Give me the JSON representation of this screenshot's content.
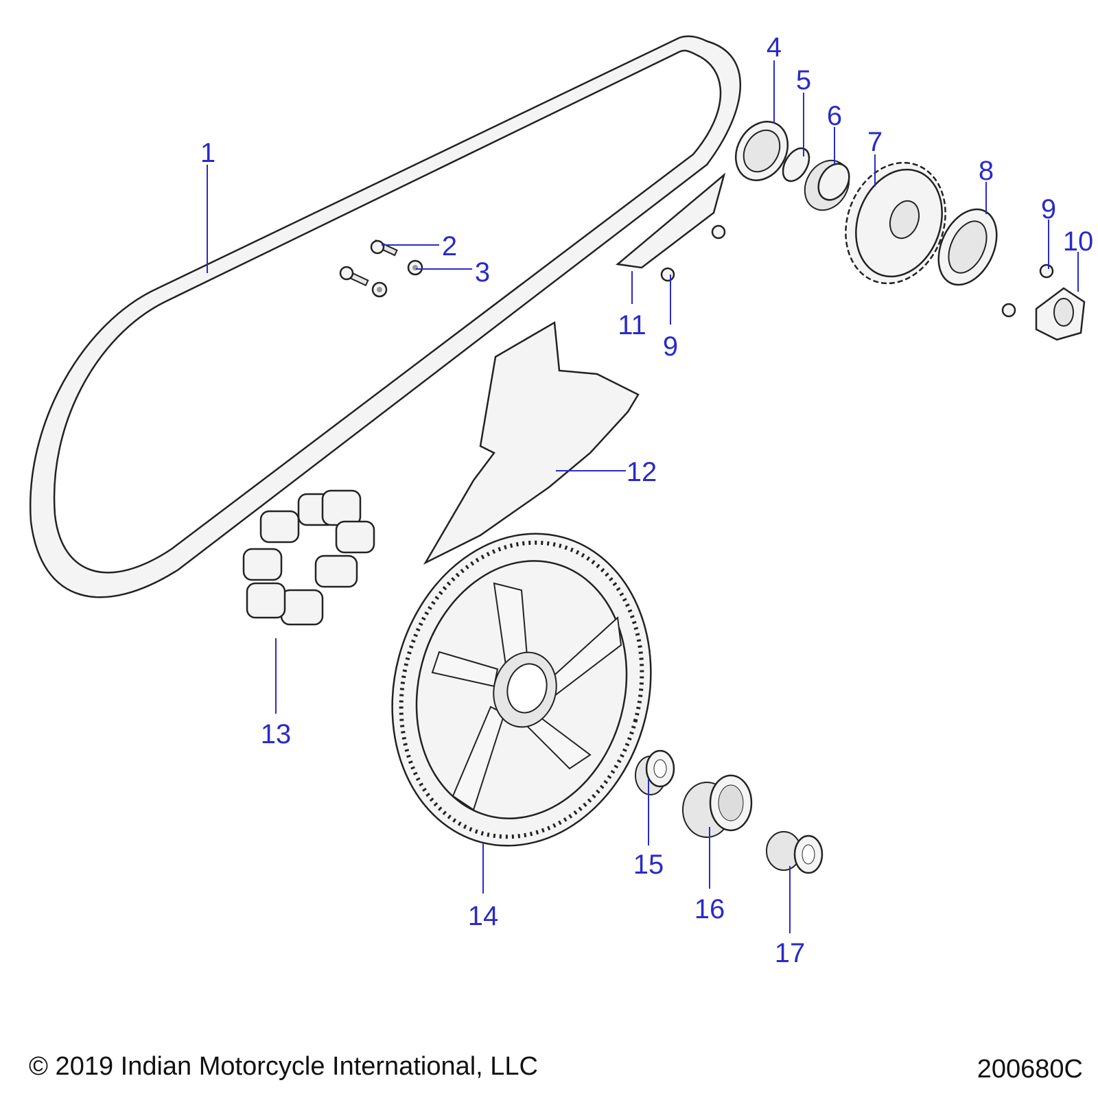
{
  "diagram": {
    "label_color": "#2a2ac8",
    "callouts": [
      {
        "id": "1",
        "part": "drive-belt"
      },
      {
        "id": "2",
        "part": "bolt"
      },
      {
        "id": "3",
        "part": "washer"
      },
      {
        "id": "4",
        "part": "seal"
      },
      {
        "id": "5",
        "part": "o-ring"
      },
      {
        "id": "6",
        "part": "spacer"
      },
      {
        "id": "7",
        "part": "front-sprocket"
      },
      {
        "id": "8",
        "part": "lock-plate"
      },
      {
        "id": "9",
        "part": "screw"
      },
      {
        "id": "10",
        "part": "nut"
      },
      {
        "id": "11",
        "part": "guard-bracket"
      },
      {
        "id": "9",
        "part": "screw"
      },
      {
        "id": "12",
        "part": "belt-guard"
      },
      {
        "id": "13",
        "part": "cush-drive-damper"
      },
      {
        "id": "14",
        "part": "rear-pulley"
      },
      {
        "id": "15",
        "part": "bushing"
      },
      {
        "id": "16",
        "part": "bearing"
      },
      {
        "id": "17",
        "part": "spacer"
      }
    ]
  },
  "footer": {
    "copyright": "© 2019 Indian Motorcycle International, LLC",
    "drawing_number": "200680C"
  }
}
